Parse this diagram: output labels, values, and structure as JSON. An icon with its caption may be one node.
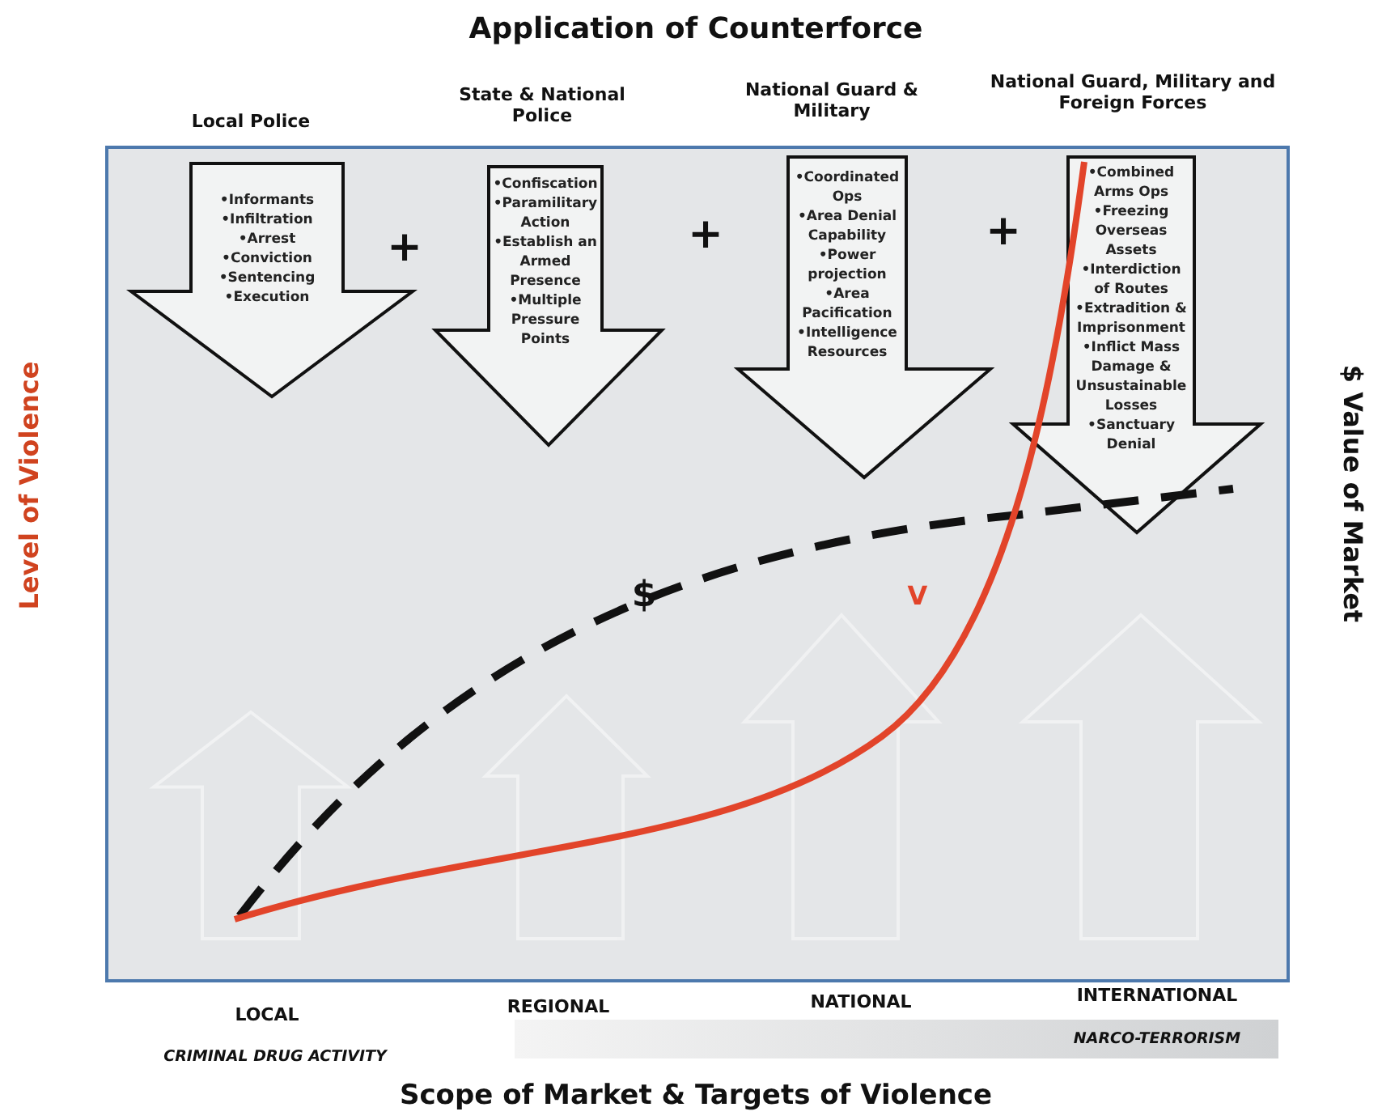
{
  "diagram": {
    "title": "Application of Counterforce",
    "nodes": [
      {
        "text": [
          "•Informants",
          "•Infiltration",
          "•Arrest",
          "•Conviction",
          "•Sentencing",
          "•Execution"
        ]
      },
      {
        "text": [
          "•Confiscation",
          "•Paramilitary Action",
          "•Establish an Armed Presence",
          "•Multiple Pressure Points"
        ]
      },
      {
        "text": [
          "•Coordinated Ops",
          "•Area Denial Capability",
          "•Power projection",
          "•Area Pacification",
          "•Intelligence Resources"
        ]
      },
      {
        "text": [
          "•Combined Arms Ops",
          "•Freezing Overseas Assets",
          "•Interdiction of Routes",
          "•Extradition & Imprisonment",
          "•Inflict Mass Damage & Unsustainable Losses",
          "•Sanctuary Denial"
        ]
      }
    ],
    "edges": [],
    "labels": [
      "Local Police",
      "State & National Police",
      "National Guard & Military",
      "National Guard, Military and Foreign Forces",
      "+",
      "+",
      "+",
      "Level of Violence",
      "$ Value of Market",
      "$",
      "V",
      "LOCAL",
      "REGIONAL",
      "NATIONAL",
      "INTERNATIONAL",
      "CRIMINAL DRUG ACTIVITY",
      "NARCO-TERRORISM",
      "Scope of Market & Targets of Violence"
    ]
  }
}
